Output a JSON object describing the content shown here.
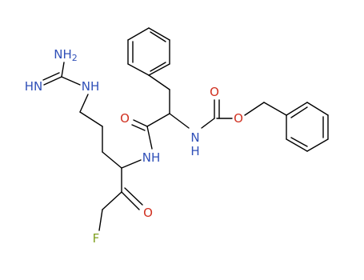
{
  "colors": {
    "bond": "#000000",
    "nitrogen": "#3050b8",
    "oxygen": "#d03020",
    "fluorine": "#80a020"
  },
  "atom_labels": {
    "nh2": {
      "main": "NH",
      "sub": "2"
    },
    "imine_hn": "HN",
    "guan_nh": "NH",
    "carbonyl_o_left": "O",
    "amide_nh": "NH",
    "ketone_o": "O",
    "fluorine": "F",
    "carbamate_hn": "N",
    "carbamate_h": "H",
    "carbamate_o_top": "O",
    "carbamate_o_ester": "O"
  }
}
